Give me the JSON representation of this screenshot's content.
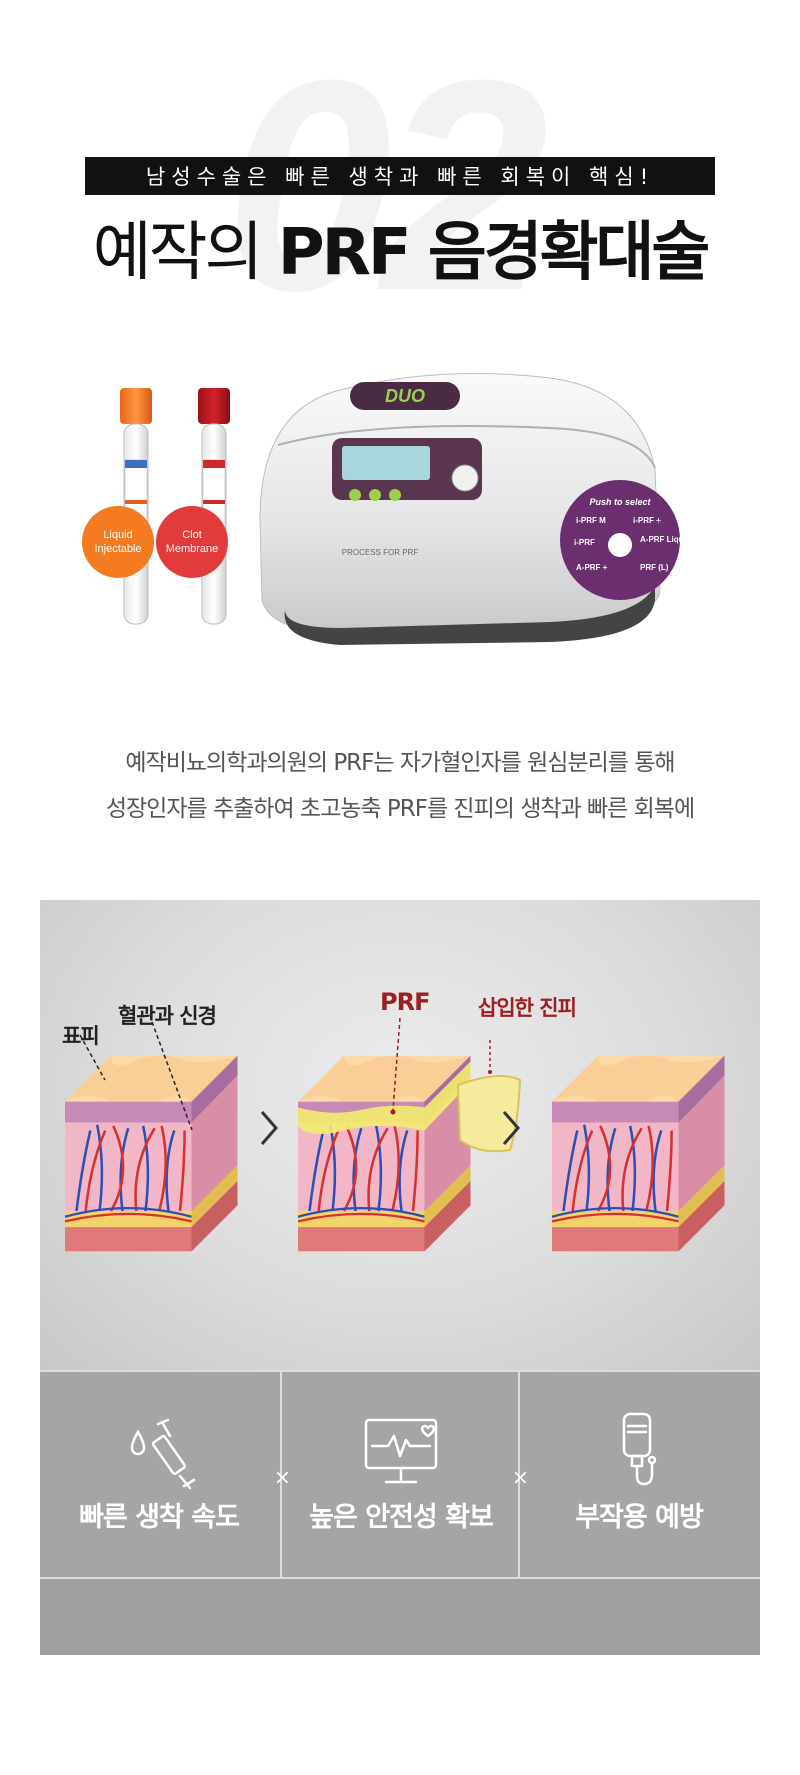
{
  "header": {
    "bg_number": "02",
    "banner": "남성수술은 빠른 생착과 빠른 회복이 핵심!",
    "title_light": "예작의",
    "title_bold": "PRF 음경확대술"
  },
  "product": {
    "tube1_badge_line1": "Liquid",
    "tube1_badge_line2": "Injectable",
    "tube2_badge_line1": "Clot",
    "tube2_badge_line2": "Membrane",
    "device_logo": "DUO",
    "device_caption": "PROCESS FOR PRF",
    "dial_title": "Push to select",
    "dial_options": [
      "i-PRF M",
      "i-PRF +",
      "i-PRF",
      "A-PRF Liquid",
      "A-PRF +",
      "PRF (L)"
    ]
  },
  "intro": {
    "line1": "예작비뇨의학과의원의 PRF는 자가혈인자를 원심분리를 통해",
    "line2": "성장인자를  추출하여 초고농축 PRF를 진피의 생착과 빠른 회복에"
  },
  "diagram": {
    "label_epidermis": "표피",
    "label_vessels": "혈관과 신경",
    "label_prf": "PRF",
    "label_dermis": "삽입한 진피"
  },
  "features": [
    {
      "label": "빠른 생착 속도",
      "icon": "syringe-icon"
    },
    {
      "label": "높은 안전성 확보",
      "icon": "monitor-heart-icon"
    },
    {
      "label": "부작용 예방",
      "icon": "iv-bag-icon"
    }
  ],
  "separator": "×",
  "colors": {
    "banner_bg": "#111111",
    "orange_badge": "#f47b20",
    "red_badge": "#e23b3b",
    "dial_purple": "#6b2f6f",
    "accent_red": "#9c1f24",
    "panel_gray": "#a5a5a5"
  }
}
